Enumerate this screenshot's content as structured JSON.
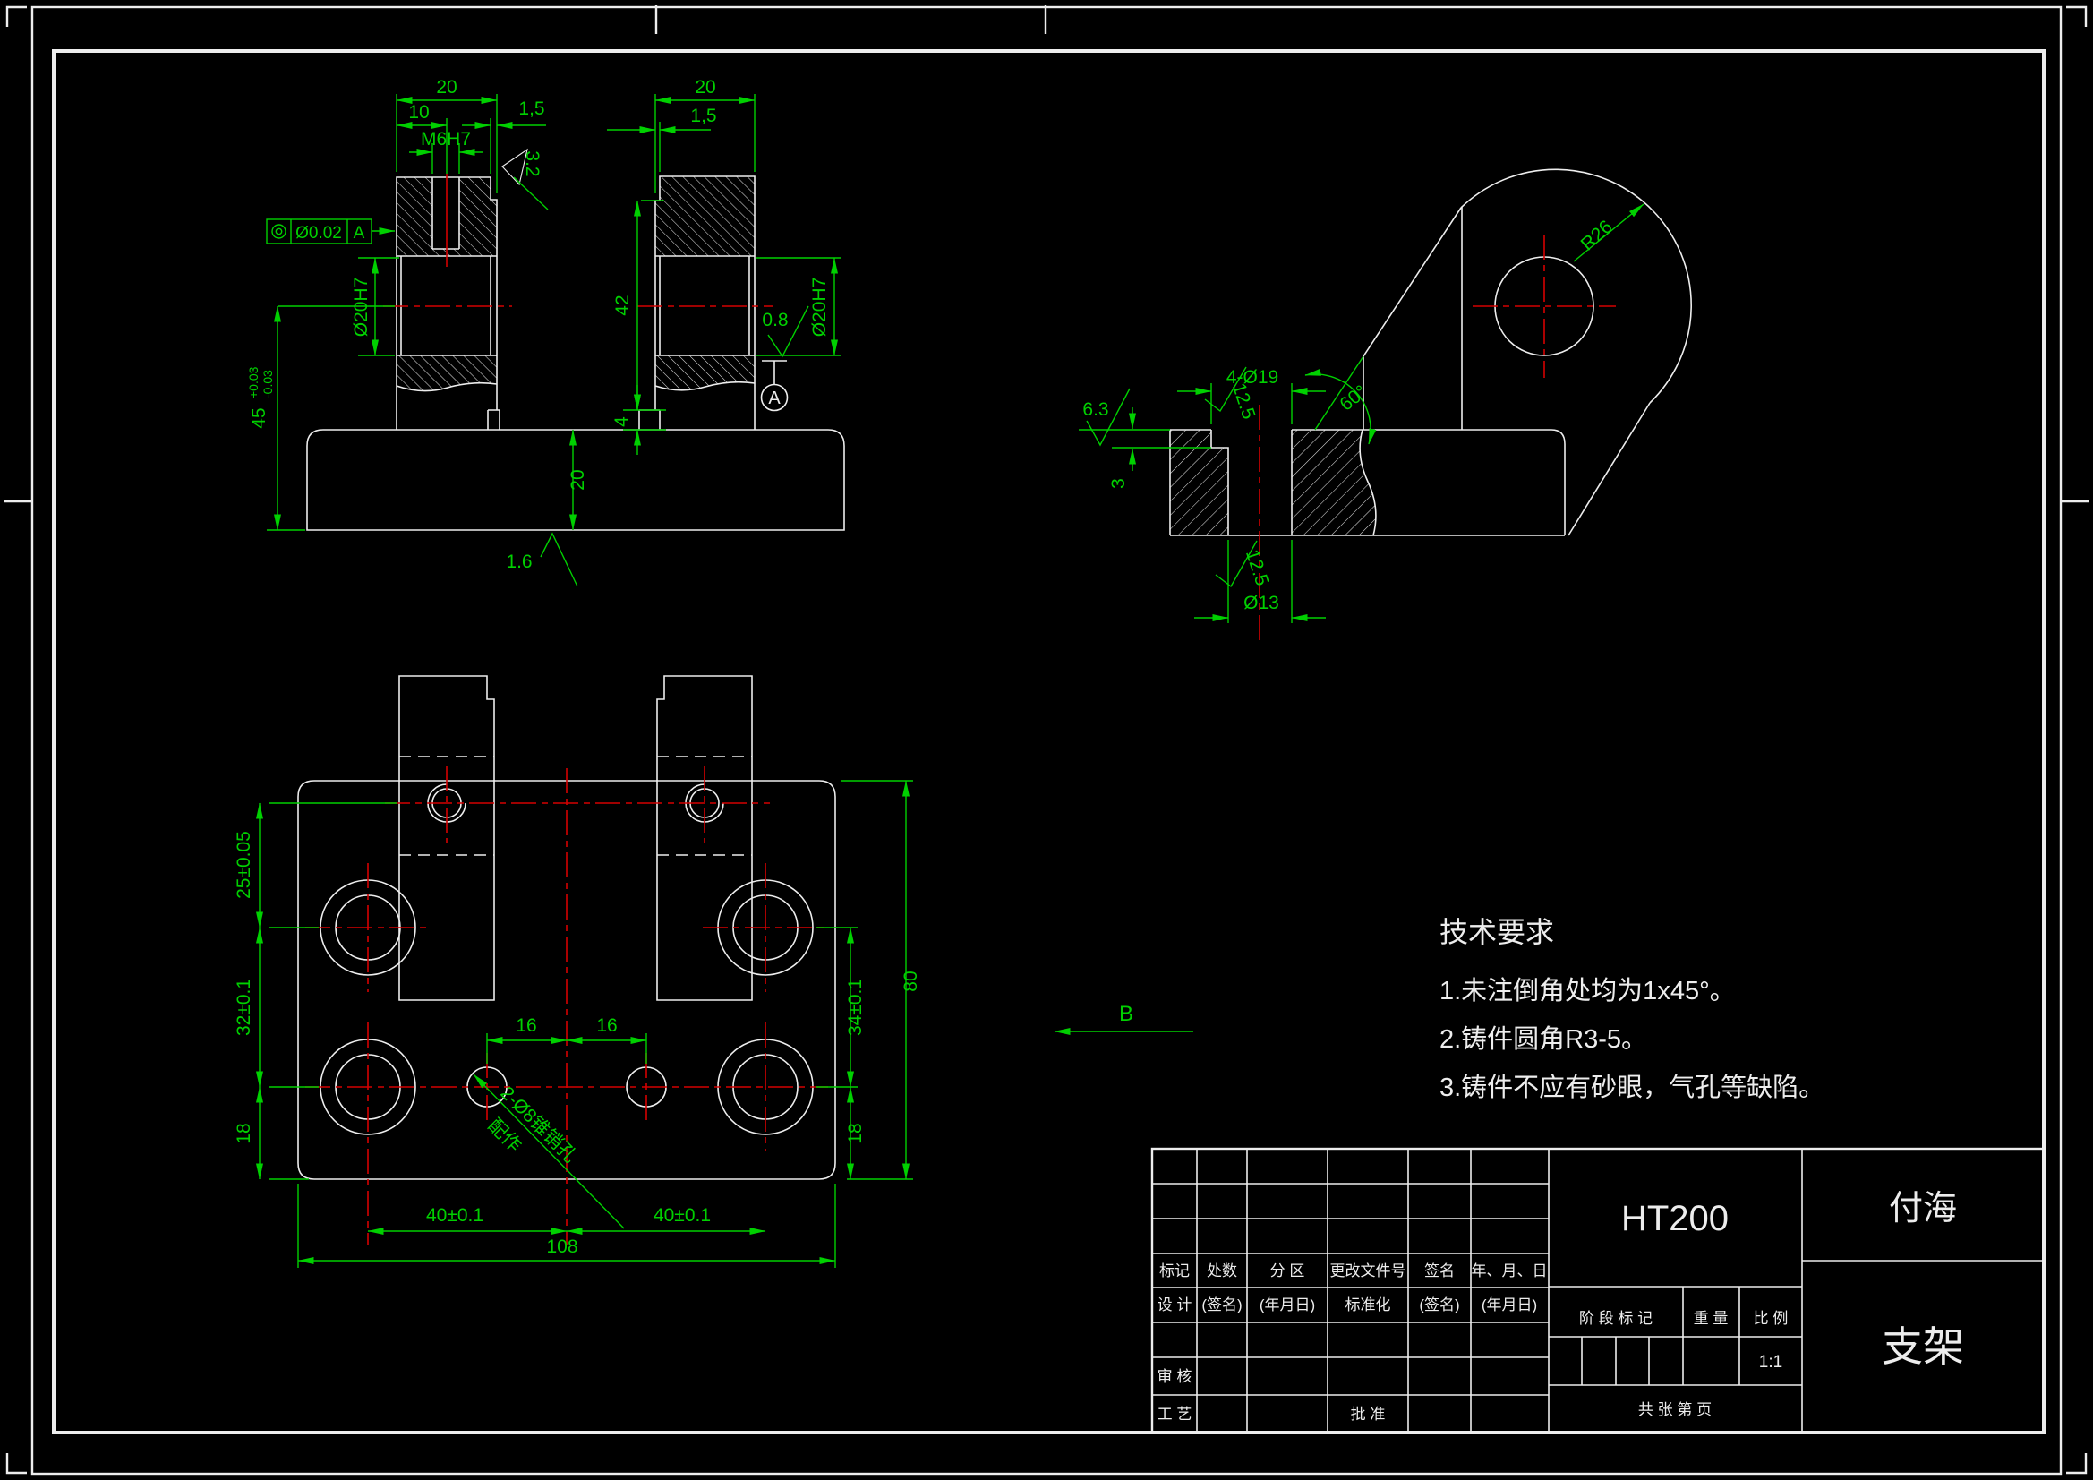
{
  "front_view": {
    "dim_20_left": "20",
    "dim_10": "10",
    "dim_1_5_left": "1,5",
    "thread": "M6H7",
    "sf_3_2": "3.2",
    "tol_value": "Ø0.02",
    "tol_datum": "A",
    "dia_left": "Ø20H7",
    "dim_45": "45",
    "dim_45_up": "+0.03",
    "dim_45_dn": "-0.03",
    "dim_20_right": "20",
    "dim_1_5_right": "1,5",
    "dim_42": "42",
    "sf_0_8": "0.8",
    "dia_right": "Ø20H7",
    "datum": "A",
    "dim_4": "4",
    "dim_20_base": "20",
    "sf_1_6": "1.6"
  },
  "side_view": {
    "r26": "R26",
    "angle_60": "60°",
    "holes_4d19": "4-Ø19",
    "sf_12_5_top": "12.5",
    "sf_6_3": "6.3",
    "dim_3": "3",
    "sf_12_5_bot": "12.5",
    "dia_13": "Ø13"
  },
  "plan_view": {
    "dim_25": "25±0.05",
    "dim_32": "32±0.1",
    "dim_18_left": "18",
    "dim_16_a": "16",
    "dim_16_b": "16",
    "dim_34": "34±0.1",
    "dim_18_right": "18",
    "dim_80": "80",
    "dim_40_a": "40±0.1",
    "dim_40_b": "40±0.1",
    "dim_108": "108",
    "pin_note_line1": "2-Ø8锥销孔",
    "pin_note_line2": "配作",
    "view_label": "B"
  },
  "tech_req": {
    "title": "技术要求",
    "item1": "1.未注倒角处均为1x45°。",
    "item2": "2.铸件圆角R3-5。",
    "item3": "3.铸件不应有砂眼，气孔等缺陷。"
  },
  "title_block": {
    "material": "HT200",
    "author": "付海",
    "part": "支架",
    "scale_value": "1:1",
    "h_biaoji": "标记",
    "h_chushu": "处数",
    "h_fenqu": "分 区",
    "h_wenjian": "更改文件号",
    "h_qianming": "签名",
    "h_riqi": "年、月、日",
    "r_sheji": "设 计",
    "r_qm1": "(签名)",
    "r_rq1": "(年月日)",
    "r_bzh": "标准化",
    "r_qm2": "(签名)",
    "r_rq2": "(年月日)",
    "r_shenhe": "审 核",
    "r_gongyi": "工 艺",
    "r_pizhun": "批 准",
    "h_jieduan": "阶 段 标 记",
    "h_zhongliang": "重 量",
    "h_bili": "比 例",
    "footer": "共    张    第    页"
  }
}
